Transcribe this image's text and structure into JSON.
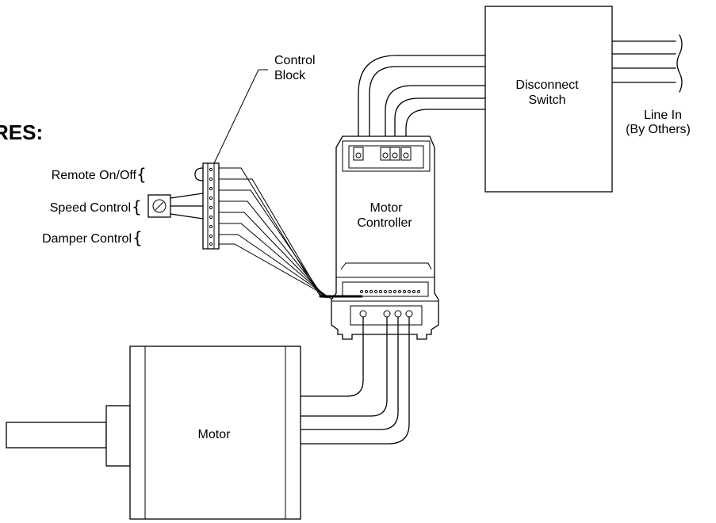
{
  "heading_fragment": "RES:",
  "labels": {
    "control_block": [
      "Control",
      "Block"
    ],
    "disconnect_switch": [
      "Disconnect",
      "Switch"
    ],
    "line_in": [
      "Line In",
      "(By Others)"
    ],
    "motor_controller": [
      "Motor",
      "Controller"
    ],
    "motor": "Motor",
    "remote_on_off": "Remote On/Off",
    "speed_control": "Speed Control",
    "damper_control": "Damper Control"
  },
  "brace_glyph": "{"
}
